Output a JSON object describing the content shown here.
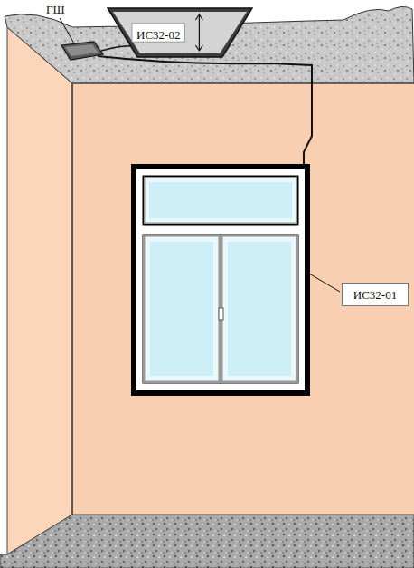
{
  "diagram": {
    "nodes": [
      {
        "text": [
          "ИС32-02"
        ]
      },
      {
        "text": [
          "ИС32-01"
        ]
      }
    ],
    "labels": [
      "ГШ"
    ]
  }
}
